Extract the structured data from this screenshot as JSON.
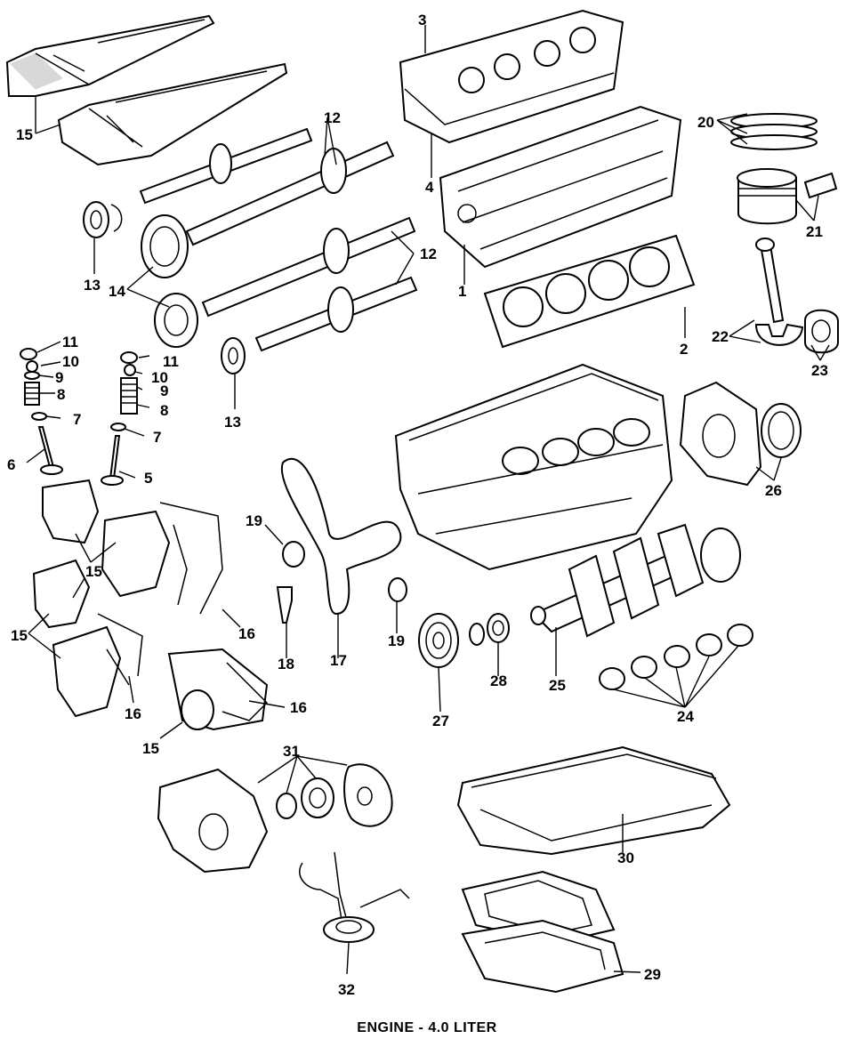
{
  "caption": "ENGINE - 4.0 LITER",
  "callouts": {
    "c1": "1",
    "c2": "2",
    "c3": "3",
    "c4": "4",
    "c5": "5",
    "c6": "6",
    "c7a": "7",
    "c7b": "7",
    "c8a": "8",
    "c8b": "8",
    "c9a": "9",
    "c9b": "9",
    "c10a": "10",
    "c10b": "10",
    "c11a": "11",
    "c11b": "11",
    "c12a": "12",
    "c12b": "12",
    "c13a": "13",
    "c13b": "13",
    "c14": "14",
    "c15a": "15",
    "c15b": "15",
    "c15c": "15",
    "c15d": "15",
    "c16a": "16",
    "c16b": "16",
    "c16c": "16",
    "c17": "17",
    "c18": "18",
    "c19a": "19",
    "c19b": "19",
    "c20": "20",
    "c21": "21",
    "c22": "22",
    "c23": "23",
    "c24": "24",
    "c25": "25",
    "c26": "26",
    "c27": "27",
    "c28": "28",
    "c29": "29",
    "c30": "30",
    "c31": "31",
    "c32": "32"
  }
}
